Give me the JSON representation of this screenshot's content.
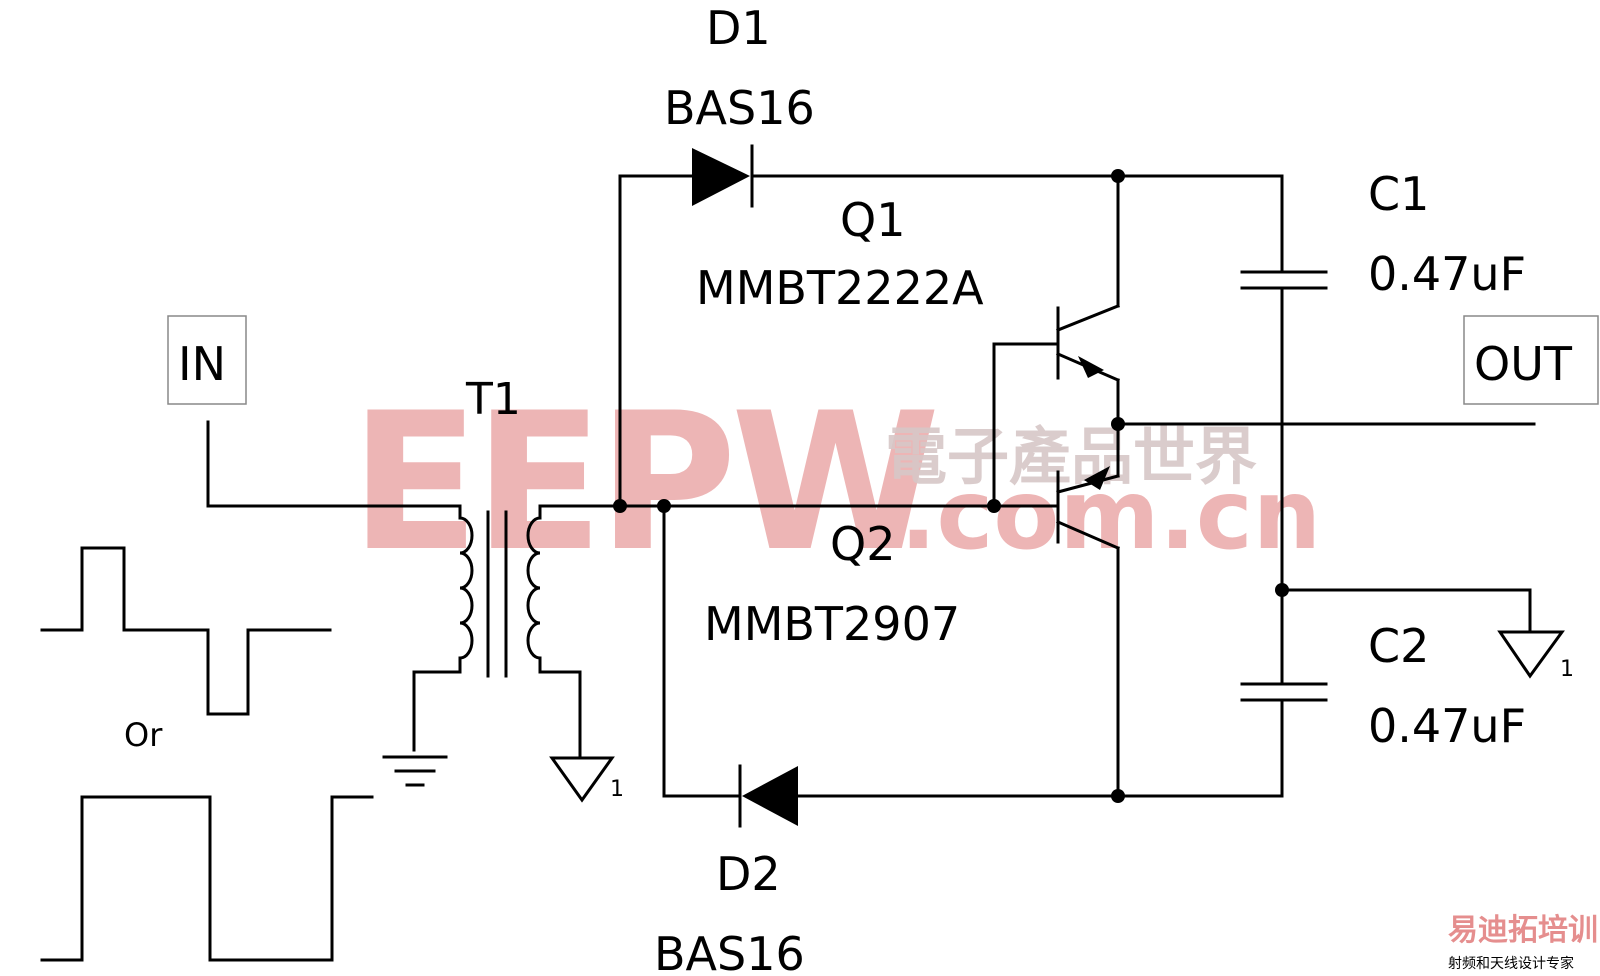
{
  "labels": {
    "d1_ref": "D1",
    "d1_part": "BAS16",
    "d2_ref": "D2",
    "d2_part": "BAS16",
    "q1_ref": "Q1",
    "q1_part": "MMBT2222A",
    "q2_ref": "Q2",
    "q2_part": "MMBT2907",
    "c1_ref": "C1",
    "c1_value": "0.47uF",
    "c2_ref": "C2",
    "c2_value": "0.47uF",
    "t1_ref": "T1",
    "in_port": "IN",
    "out_port": "OUT",
    "or_text": "Or",
    "gnd_pin_1": "1",
    "gnd_pin_2": "1"
  },
  "watermark": {
    "brand": "EEPW",
    "domain": ".com.cn",
    "cn_text": "電子產品世界",
    "corner_cn": "易迪拓培训",
    "corner_sub": "射频和天线设计专家",
    "brand_color": "#e8a0a0"
  }
}
